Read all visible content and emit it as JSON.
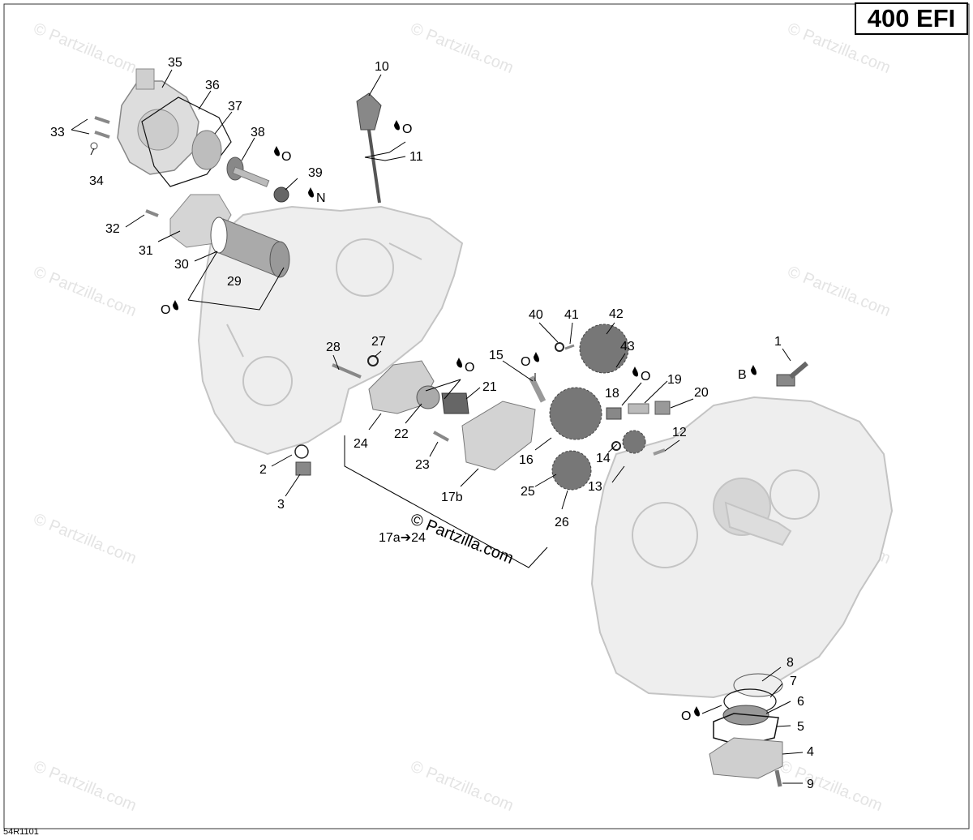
{
  "model_badge": "400 EFI",
  "diagram_code": "54R1101",
  "watermark_text": "© Partzilla.com",
  "center_watermark": "© Partzilla.com",
  "reference_note": "17a➔24",
  "colors": {
    "line": "#000000",
    "part_fill": "#e6e6e6",
    "part_stroke": "#9a9a9a",
    "dark_part": "#555555",
    "watermark": "#e4e4e4"
  },
  "part_labels": [
    "1",
    "2",
    "3",
    "4",
    "5",
    "6",
    "7",
    "8",
    "9",
    "10",
    "11",
    "12",
    "13",
    "14",
    "15",
    "16",
    "17b",
    "18",
    "19",
    "20",
    "21",
    "22",
    "23",
    "24",
    "25",
    "26",
    "27",
    "28",
    "29",
    "30",
    "31",
    "32",
    "33",
    "34",
    "35",
    "36",
    "37",
    "38",
    "39",
    "40",
    "41",
    "42",
    "43"
  ],
  "lubricant_markers": [
    "B",
    "O",
    "O",
    "O",
    "O",
    "N",
    "O",
    "O"
  ]
}
